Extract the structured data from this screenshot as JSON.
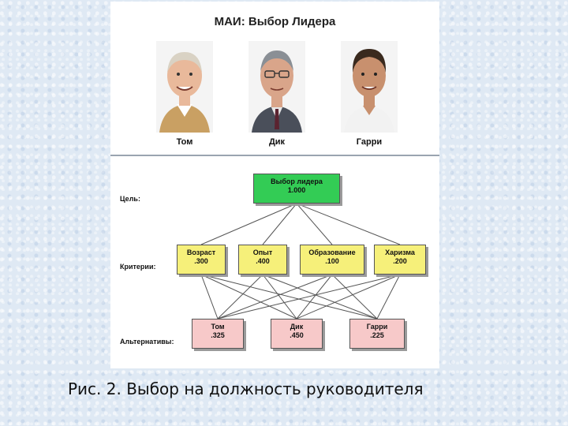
{
  "title": "МАИ: Выбор Лидера",
  "candidates": [
    {
      "name": "Том",
      "hair": "#d9d2c4",
      "skin": "#e9b99b",
      "shirt": "#c9a063"
    },
    {
      "name": "Дик",
      "hair": "#8a8f95",
      "skin": "#d9a58a",
      "shirt": "#4a4f5a"
    },
    {
      "name": "Гарри",
      "hair": "#3a2a1e",
      "skin": "#c8906e",
      "shirt": "#f2f2f2"
    }
  ],
  "levels": {
    "goal": "Цель:",
    "criteria": "Критерии:",
    "alternatives": "Альтернативы:"
  },
  "goal": {
    "label": "Выбор лидера",
    "value": "1.000"
  },
  "criteria": [
    {
      "label": "Возраст",
      "value": ".300"
    },
    {
      "label": "Опыт",
      "value": ".400"
    },
    {
      "label": "Образование",
      "value": ".100"
    },
    {
      "label": "Харизма",
      "value": ".200"
    }
  ],
  "alternatives": [
    {
      "label": "Том",
      "value": ".325"
    },
    {
      "label": "Дик",
      "value": ".450"
    },
    {
      "label": "Гарри",
      "value": ".225"
    }
  ],
  "caption": "Рис. 2.  Выбор на должность руководителя",
  "colors": {
    "goal": "#33cc55",
    "criteria": "#f6f07a",
    "alternatives": "#f7c9c9"
  }
}
